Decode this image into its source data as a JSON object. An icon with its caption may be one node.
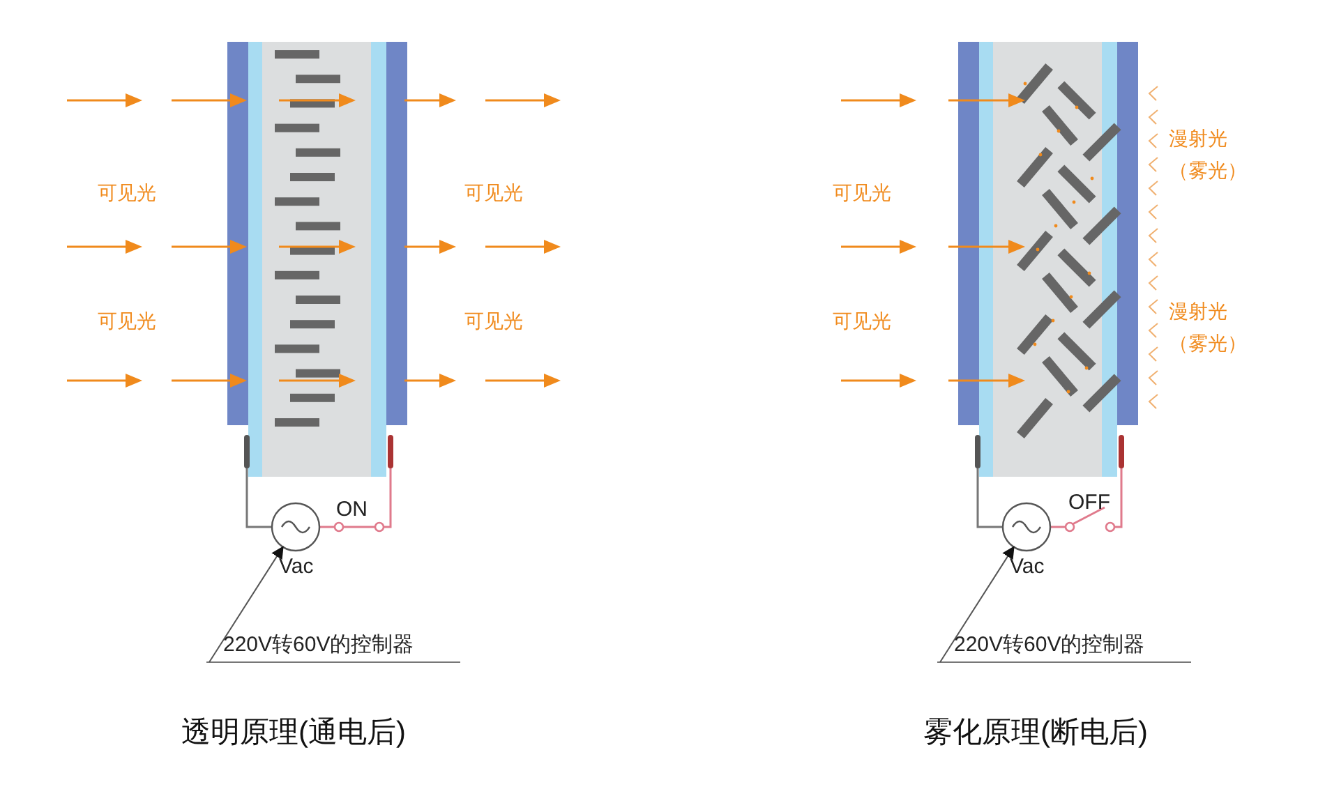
{
  "diagram": {
    "nodes": [
      {
        "text": [
          "220V转60V的控制器"
        ]
      },
      {
        "text": [],
        "shape": "circle",
        "beside": [
          "Vac"
        ]
      },
      {
        "text": [
          "220V转60V的控制器"
        ]
      },
      {
        "text": [],
        "shape": "circle",
        "beside": [
          "Vac"
        ]
      }
    ],
    "edges": [
      {
        "from": 0,
        "to": 1,
        "arrow": "to"
      },
      {
        "from": 2,
        "to": 3,
        "arrow": "to"
      }
    ],
    "labels": [
      "可见光",
      "可见光",
      "可见光",
      "可见光",
      "ON",
      "透明原理(通电后)",
      "可见光",
      "可见光",
      "漫射光（雾光）",
      "漫射光（雾光）",
      "OFF",
      "雾化原理(断电后)"
    ]
  }
}
